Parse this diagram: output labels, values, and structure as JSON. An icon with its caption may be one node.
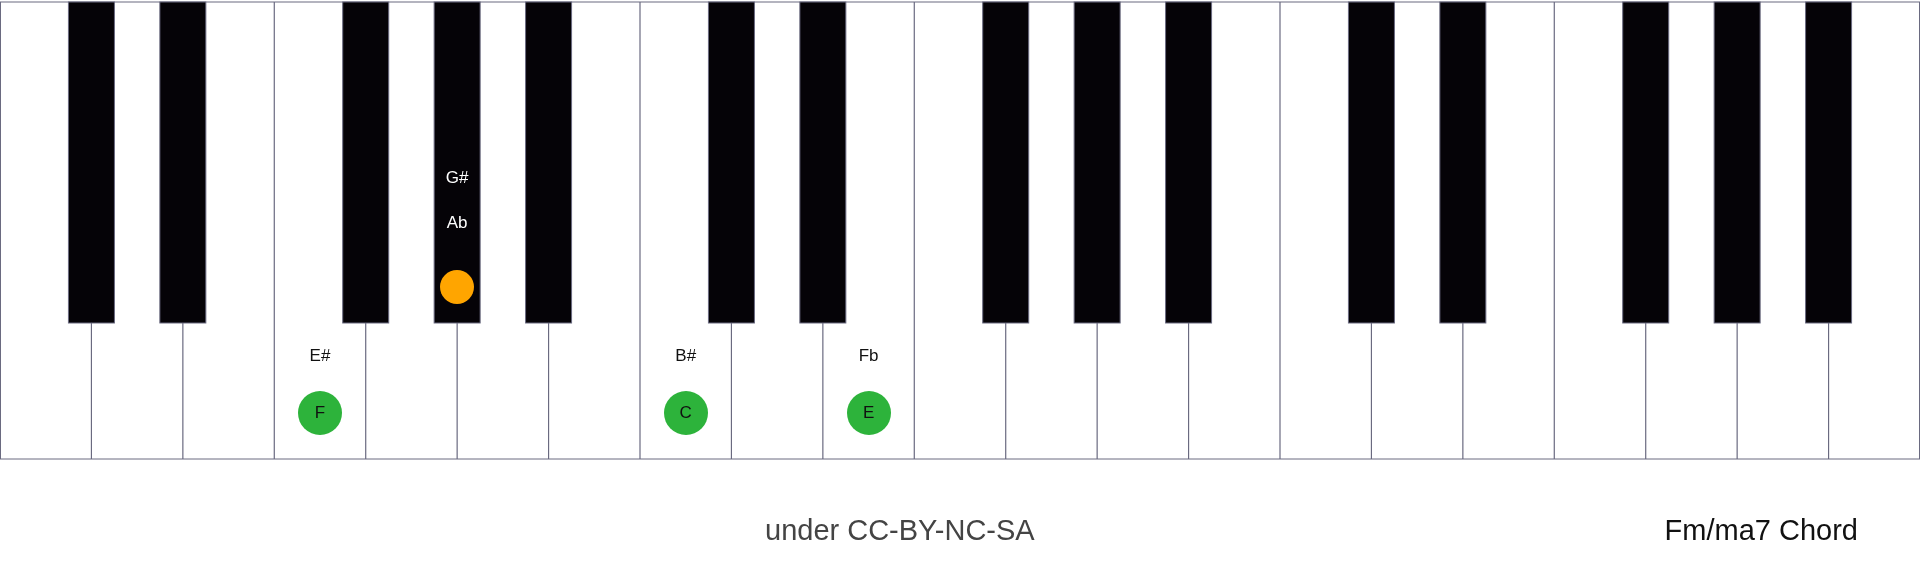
{
  "diagram": {
    "title": "Fm/ma7 Chord",
    "nodes": [
      {
        "text": [
          "F"
        ],
        "beside": [
          "E#"
        ]
      },
      {
        "text": [],
        "shape": "circle",
        "beside": [
          "G#",
          "Ab"
        ]
      },
      {
        "text": [
          "C"
        ],
        "beside": [
          "B#"
        ]
      },
      {
        "text": [
          "E"
        ],
        "beside": [
          "Fb"
        ]
      }
    ],
    "labels": [
      "under CC-BY-NC-SA"
    ]
  }
}
